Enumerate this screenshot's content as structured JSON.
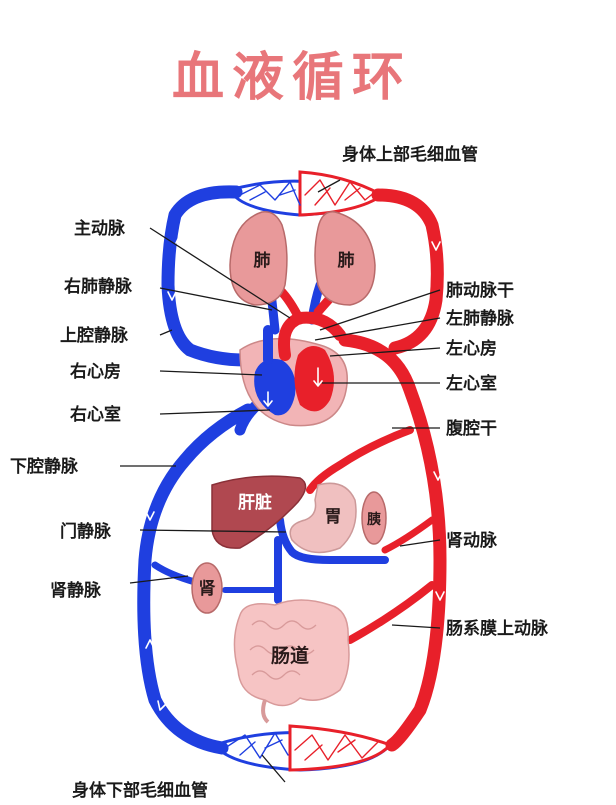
{
  "title": "血液循环",
  "labels": {
    "upper_capillaries": "身体上部毛细血管",
    "lower_capillaries": "身体下部毛细血管",
    "aorta": "主动脉",
    "right_pulmonary_vein": "右肺静脉",
    "superior_vena_cava": "上腔静脉",
    "right_atrium": "右心房",
    "right_ventricle": "右心室",
    "inferior_vena_cava": "下腔静脉",
    "portal_vein": "门静脉",
    "renal_vein": "肾静脉",
    "pulmonary_trunk": "肺动脉干",
    "left_pulmonary_vein": "左肺静脉",
    "left_atrium": "左心房",
    "left_ventricle": "左心室",
    "celiac_trunk": "腹腔干",
    "renal_artery": "肾动脉",
    "superior_mesenteric_artery": "肠系膜上动脉"
  },
  "organs": {
    "lung_left": "肺",
    "lung_right": "肺",
    "liver": "肝脏",
    "stomach": "胃",
    "pancreas": "胰",
    "kidney": "肾",
    "intestine": "肠道"
  },
  "colors": {
    "vein": "#1f3fe0",
    "artery": "#e8202a",
    "lung": "#e8999a",
    "liver": "#b04850",
    "stomach": "#f0c0c0",
    "intestine": "#f6c4c4",
    "heart_bg": "#f2b4b6",
    "title": "#e8767a"
  }
}
